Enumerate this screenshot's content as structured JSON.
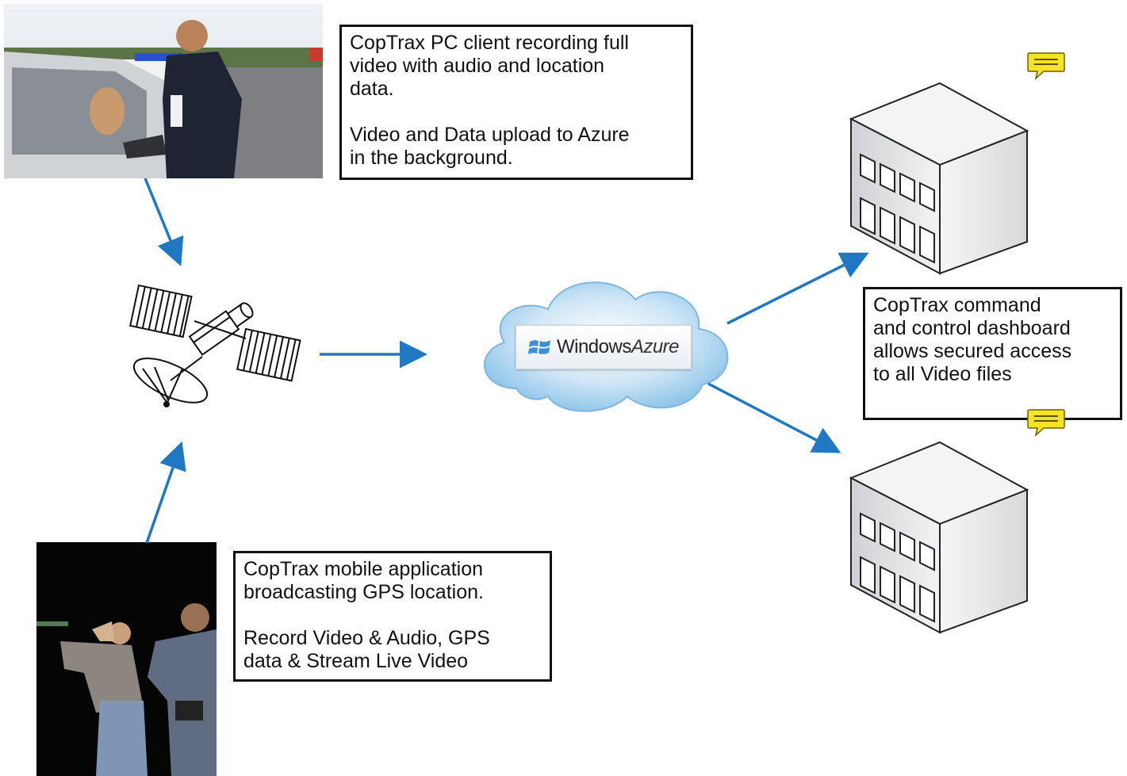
{
  "boxes": {
    "pc_client": "CopTrax PC client recording full\nvideo with audio and location\ndata.\n\nVideo and Data upload to Azure\nin the background.",
    "mobile_app": "CopTrax mobile application\nbroadcasting GPS location.\n\nRecord Video & Audio, GPS\ndata & Stream Live Video",
    "dashboard": "CopTrax command\nand control dashboard\nallows secured access\nto all Video files"
  },
  "azure": {
    "brand_word1": "Windows",
    "brand_word2": "Azure",
    "icon": "windows-logo-icon"
  },
  "colors": {
    "arrow": "#1f78c1",
    "cloud": "#a9d2ee",
    "note_icon": "#f5e326"
  },
  "icons": [
    "satellite-icon",
    "building-icon",
    "comment-icon",
    "cloud-icon"
  ]
}
